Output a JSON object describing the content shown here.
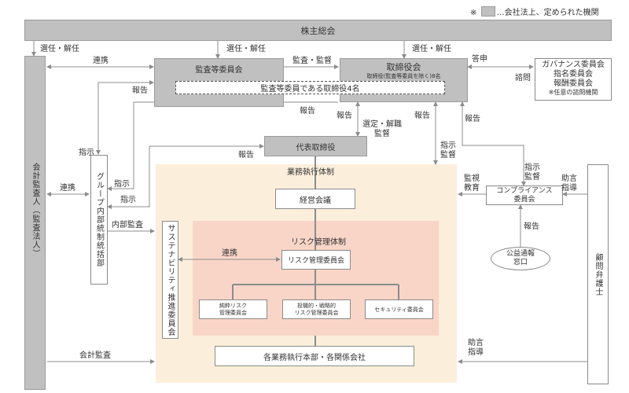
{
  "legend": {
    "mark": "※",
    "text": "…会社法上、定められた機関"
  },
  "nodes": {
    "shareholders_meeting": "株主総会",
    "audit_committee": "監査等委員会",
    "audit_committee_directors": "監査等委員である取締役4名",
    "board": "取締役会",
    "board_sub": "取締役(監査等委員を除く)8名",
    "advisory": [
      "ガバナンス委員会",
      "指名委員会",
      "報酬委員会",
      "※任意の諮問機関"
    ],
    "accounting_auditor": "会計監査人（監査法人）",
    "group_internal_audit": "グループ内部統制統括部",
    "representative_director": "代表取締役",
    "business_execution": "業務執行体制",
    "management_meeting": "経営会議",
    "sustainability": "サステナビリティ推進委員会",
    "risk_system": "リスク管理体制",
    "risk_committee": "リスク管理委員会",
    "risk_sub": [
      [
        "純粋リスク",
        "管理委員会"
      ],
      [
        "投機的・戦略的",
        "リスク管理委員会"
      ],
      [
        "セキュリティ委員会"
      ]
    ],
    "divisions": "各業務執行本部・各関係会社",
    "compliance": [
      "コンプライアンス",
      "委員会"
    ],
    "whistleblowing": [
      "公益通報",
      "窓口"
    ],
    "legal_counsel": "顧問弁護士"
  },
  "labels": {
    "elect_dismiss": "選任・解任",
    "cooperate": "連携",
    "audit_supervise": "監査・監督",
    "report": "報告",
    "instruct": "指示",
    "inquiry": "諮問",
    "answer": "答申",
    "appoint": [
      "選定・解職",
      "監督"
    ],
    "instruct_supervise": [
      "指示",
      "監督"
    ],
    "monitor_educate": [
      "監視",
      "教育"
    ],
    "advise_guide": [
      "助言",
      "指導"
    ],
    "internal_audit": "内部監査",
    "accounting_audit": "会計監査"
  },
  "colors": {
    "statutory_body": "#c0c0c0",
    "execution_bg": "#fbefdc",
    "risk_bg": "#f9d5c8",
    "line": "#8c8c8c"
  }
}
